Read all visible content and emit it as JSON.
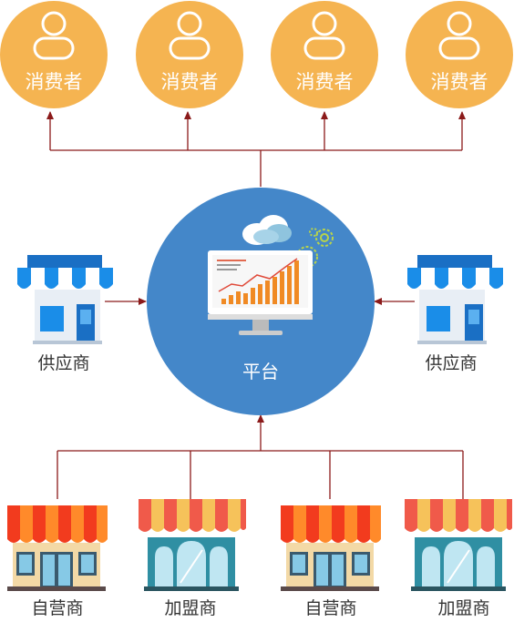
{
  "consumers": [
    {
      "label": "消费者"
    },
    {
      "label": "消费者"
    },
    {
      "label": "消费者"
    },
    {
      "label": "消费者"
    }
  ],
  "platform": {
    "label": "平台"
  },
  "suppliers": [
    {
      "label": "供应商"
    },
    {
      "label": "供应商"
    }
  ],
  "stores": [
    {
      "label": "自营商"
    },
    {
      "label": "加盟商"
    },
    {
      "label": "自营商"
    },
    {
      "label": "加盟商"
    }
  ],
  "colors": {
    "consumer_fill": "#F5B451",
    "platform_fill": "#4487C9",
    "arrow": "#8B1A1A",
    "supplier_awning": "#1A8DE8",
    "own_store_awning": "#F23B1E",
    "franchise_awning": "#F6C25A"
  },
  "icons": [
    "user-icon",
    "monitor-chart-icon",
    "cloud-icon",
    "gear-icon",
    "shop-icon"
  ]
}
